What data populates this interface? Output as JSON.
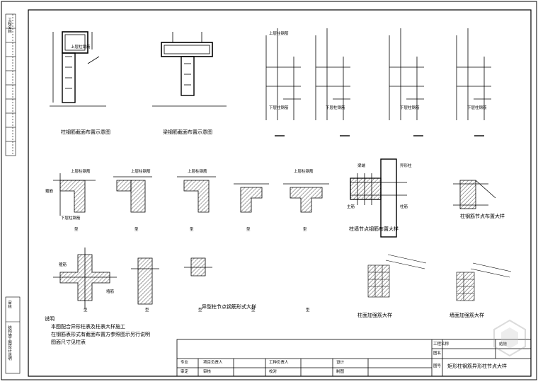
{
  "captions": {
    "col_section": "柱钢筋截面布置示意图",
    "beam_section": "梁钢筋截面布置示意图",
    "column_joint": "柱钢筋节点布置大样",
    "column_detail": "柱墙节点钢筋布置大样",
    "shape_note": "异型柱节点钢筋形式大样",
    "col_reinf": "柱面加强筋大样",
    "wall_reinf": "墙面加强筋大样"
  },
  "labels": {
    "joint_side": "梁端",
    "wall_side": "异形柱",
    "bar_side": "主筋",
    "stirrup": "箍筋",
    "top": "上层柱钢筋",
    "bottom": "下层柱钢筋",
    "column": "柱筋",
    "cast": "墙筋"
  },
  "shape_caption": "型",
  "notes": {
    "heading": "说明",
    "line1": "本图配合异形柱表及柱表大样施工",
    "line2": "在钢筋表形式有截面布置方参照图示另行说明",
    "line3": "图面尺寸见柱表"
  },
  "left_strip": {
    "top": "工程名称",
    "bottom": "结构施工图设计说明",
    "mid": "审核"
  },
  "title_block": {
    "r1": [
      "专业",
      "项目负责人",
      "工种负责人",
      "设计"
    ],
    "r2": [
      "审定",
      "审核",
      "校对",
      "制图"
    ],
    "right_labels": [
      "工程名称",
      "图名",
      "图号"
    ],
    "drawing_title": "矩形柱钢筋异形柱节点大样",
    "sheet_no": "结施"
  }
}
